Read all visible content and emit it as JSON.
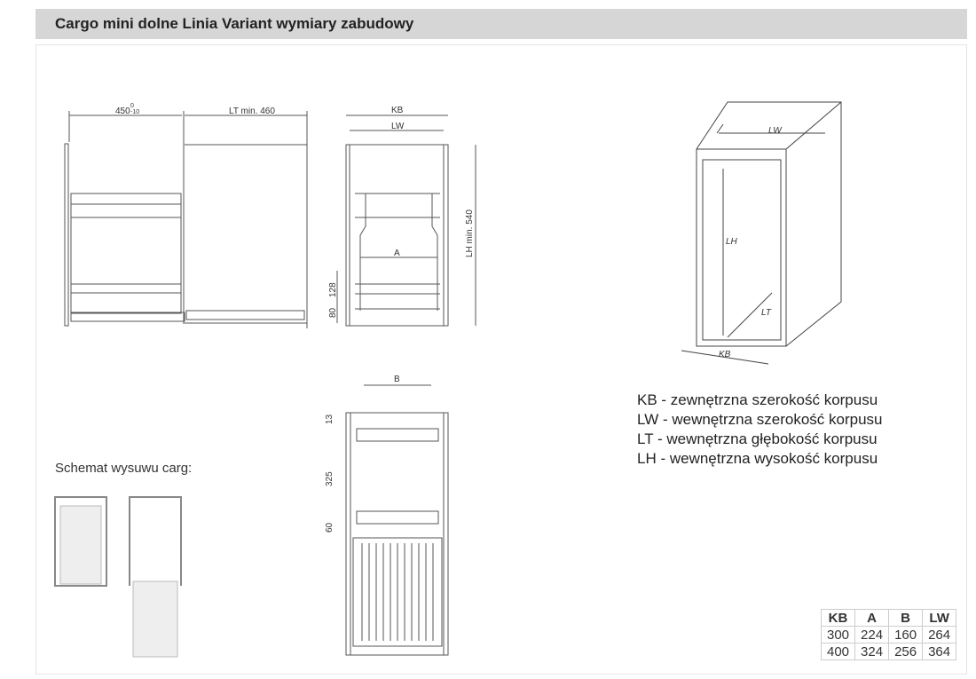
{
  "title": "Cargo mini dolne Linia Variant wymiary zabudowy",
  "side_view": {
    "dim_depth": "450",
    "dim_tol_upper": "0",
    "dim_tol_lower": "-10",
    "dim_lt": "LT min. 460"
  },
  "front_view": {
    "kb": "KB",
    "lw": "LW",
    "a": "A",
    "lh": "LH min. 540",
    "d128": "128",
    "d80": "80"
  },
  "bottom_view": {
    "b": "B",
    "d13": "13",
    "d325": "325",
    "d60": "60"
  },
  "iso_view": {
    "lw": "LW",
    "lh": "LH",
    "lt": "LT",
    "kb": "KB"
  },
  "legend": [
    "KB - zewnętrzna szerokość korpusu",
    "LW - wewnętrzna szerokość korpusu",
    "LT - wewnętrzna głębokość korpusu",
    "LH - wewnętrzna wysokość korpusu"
  ],
  "schemat_label": "Schemat wysuwu carg:",
  "table": {
    "headers": [
      "KB",
      "A",
      "B",
      "LW"
    ],
    "rows": [
      [
        "300",
        "224",
        "160",
        "264"
      ],
      [
        "400",
        "324",
        "256",
        "364"
      ]
    ]
  }
}
